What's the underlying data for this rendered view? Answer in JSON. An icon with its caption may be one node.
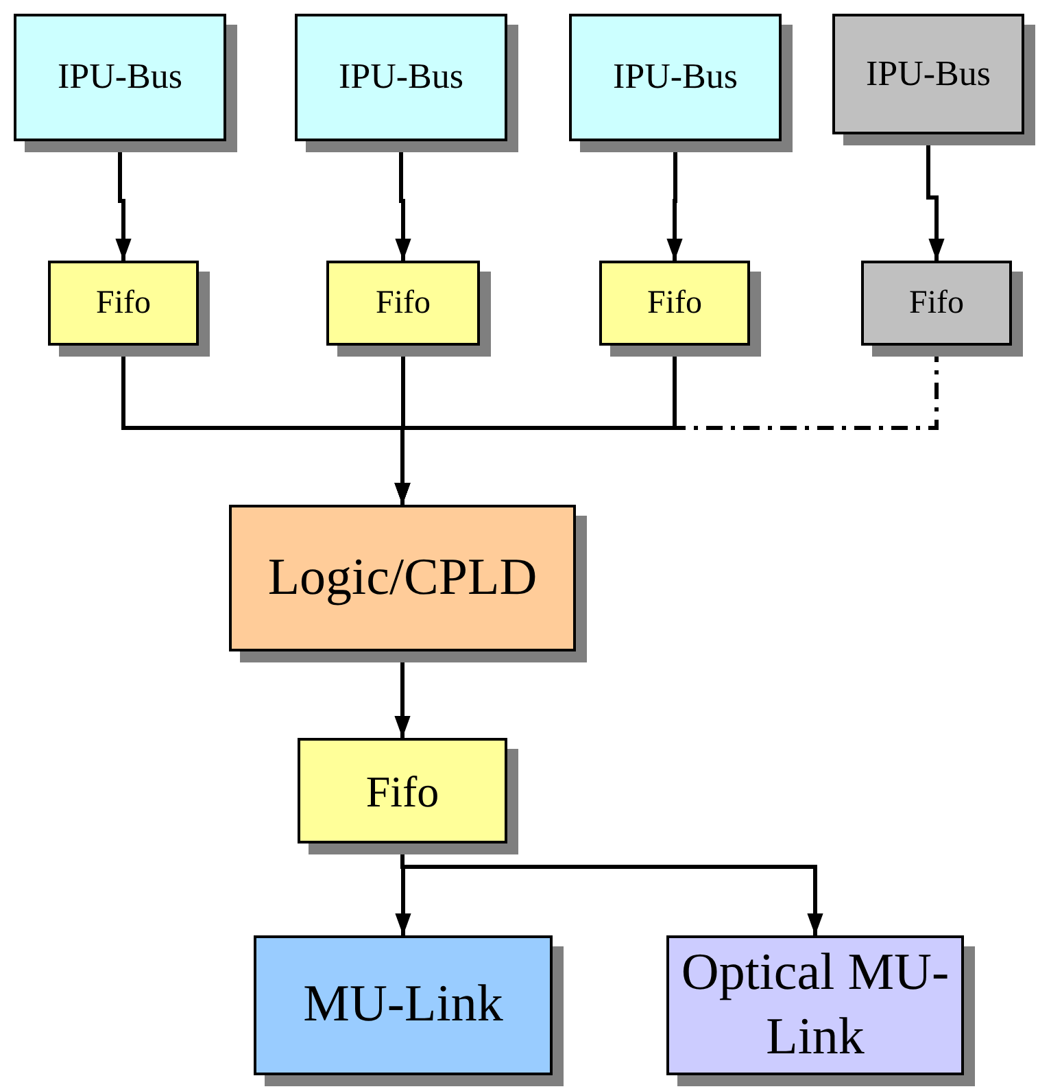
{
  "diagram": {
    "nodes": [
      {
        "text": [
          "IPU-Bus"
        ]
      },
      {
        "text": [
          "IPU-Bus"
        ]
      },
      {
        "text": [
          "IPU-Bus"
        ]
      },
      {
        "text": [
          "IPU-Bus"
        ]
      },
      {
        "text": [
          "Fifo"
        ]
      },
      {
        "text": [
          "Fifo"
        ]
      },
      {
        "text": [
          "Fifo"
        ]
      },
      {
        "text": [
          "Fifo"
        ]
      },
      {
        "text": [
          "Logic/CPLD"
        ]
      },
      {
        "text": [
          "Fifo"
        ]
      },
      {
        "text": [
          "MU-Link"
        ]
      },
      {
        "text": [
          "Optical MU-Link"
        ]
      }
    ],
    "edges": [
      {
        "from": 0,
        "to": 4,
        "arrow": "to"
      },
      {
        "from": 1,
        "to": 5,
        "arrow": "to"
      },
      {
        "from": 2,
        "to": 6,
        "arrow": "to"
      },
      {
        "from": 3,
        "to": 7,
        "arrow": "to"
      },
      {
        "from": 4,
        "to": 8,
        "arrow": "to"
      },
      {
        "from": 5,
        "to": 8,
        "arrow": "to"
      },
      {
        "from": 6,
        "to": 8,
        "arrow": "to"
      },
      {
        "from": 7,
        "to": 8,
        "arrow": "to",
        "style": "dashed"
      },
      {
        "from": 8,
        "to": 9,
        "arrow": "to"
      },
      {
        "from": 9,
        "to": 10,
        "arrow": "to"
      },
      {
        "from": 9,
        "to": 11,
        "arrow": "to"
      }
    ]
  }
}
